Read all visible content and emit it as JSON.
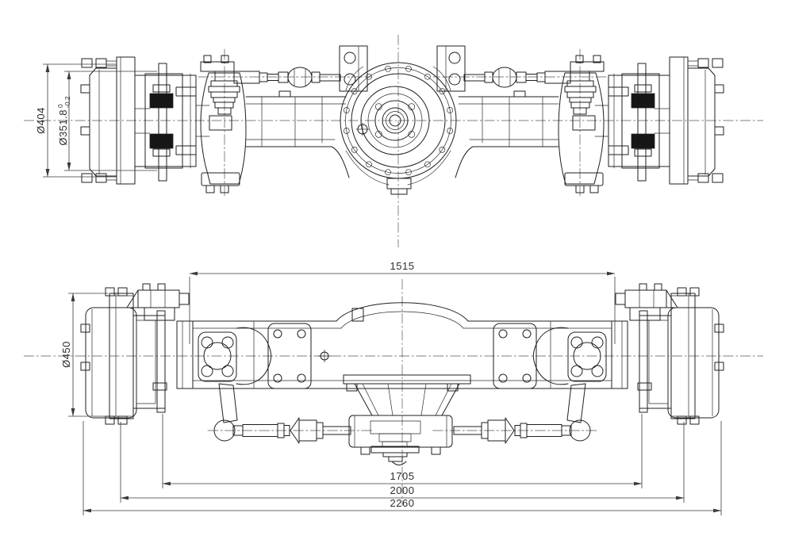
{
  "page": {
    "background": "#ffffff"
  },
  "drawing": {
    "line_color": "#1f1f1f",
    "centerline_color": "#555555",
    "dimension_color": "#3a3a3a",
    "dimensions": {
      "dia404": "Ø404",
      "dia351": "Ø351.8",
      "dia351_tol_upper": "0",
      "dia351_tol_lower": "-0.2",
      "dim1515": "1515",
      "dia450": "Ø450",
      "dim1705": "1705",
      "dim2000": "2000",
      "dim2260": "2260"
    }
  }
}
